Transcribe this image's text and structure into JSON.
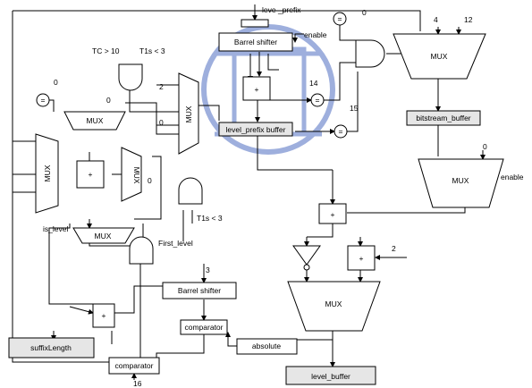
{
  "labels": {
    "leve_prefix": "leve _prefix",
    "enable_top": "enable",
    "enable_right": "enable",
    "tc_gt_10": "TC > 10",
    "t1s_lt_3_top": "T1s < 3",
    "t1s_lt_3_mid": "T1s < 3",
    "barrel_top": "Barrel shifter",
    "barrel_bottom": "Barrel shifter",
    "level_prefix_buffer": "level_prefix buffer",
    "bitstream_buffer": "bitstream_buffer",
    "mux": "MUX",
    "plus": "+",
    "eq": "=",
    "is_level": "is_level",
    "first_level": "First_level",
    "suffix_length": "suffixLength",
    "comparator": "comparator",
    "absolute": "absolute",
    "level_buffer": "level_buffer"
  },
  "constants": {
    "c0_eq_top": "0",
    "c4": "4",
    "c12": "12",
    "c0_left": "0",
    "c0_mux_top": "0",
    "c2": "2",
    "c0_mid": "0",
    "c14": "14",
    "c15": "15",
    "c0_bitstream": "0",
    "c0_mux_side": "0",
    "c2_right": "2",
    "c3": "3",
    "c16": "16"
  },
  "watermark_color": "#2b4fb5"
}
